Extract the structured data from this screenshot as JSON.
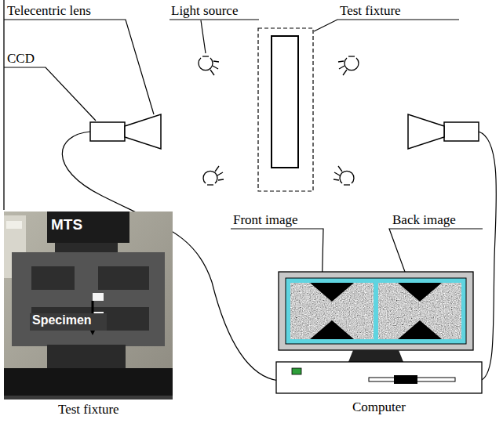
{
  "diagram": {
    "nodes": [
      {
        "text": [
          "MTS",
          "Specimen",
          "Test fixture"
        ]
      },
      {
        "text": [
          "Computer"
        ]
      }
    ],
    "labels": [
      "Telecentric lens",
      "CCD",
      "Light source",
      "Test fixture",
      "Front image",
      "Back image"
    ]
  }
}
